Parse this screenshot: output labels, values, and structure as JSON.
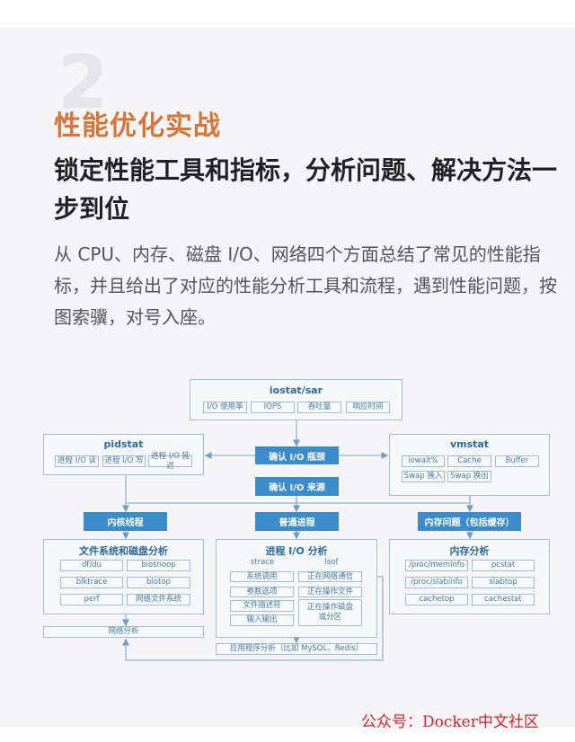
{
  "section_number": "2",
  "heading": "性能优化实战",
  "subtitle": "锁定性能工具和指标，分析问题、解决方法一步到位",
  "description": "从 CPU、内存、磁盘 I/O、网络四个方面总结了常见的性能指标，并且给出了对应的性能分析工具和流程，遇到性能问题，按图索骥，对号入座。",
  "diagram": {
    "iostat": {
      "title": "iostat/sar",
      "items": [
        "I/O 使用率",
        "IOPS",
        "吞吐量",
        "响应时间"
      ]
    },
    "pidstat": {
      "title": "pidstat",
      "items": [
        "进程 I/O 读",
        "进程 I/O 写",
        "进程 I/O 延迟"
      ]
    },
    "vmstat": {
      "title": "vmstat",
      "items": [
        "iowait%",
        "Cache",
        "Buffer",
        "Swap 换入",
        "Swap 换出"
      ]
    },
    "confirm_bottleneck": "确认 I/O 瓶颈",
    "confirm_source": "确认 I/O 来源",
    "kernel_thread": "内核线程",
    "normal_process": "普通进程",
    "memory_issue": "内存问题（包括缓存）",
    "fs_disk": {
      "title": "文件系统和磁盘分析",
      "items": [
        "df/du",
        "biosnoop",
        "blktrace",
        "biotop",
        "perf",
        "网络文件系统"
      ]
    },
    "network_analysis": "网络分析",
    "process_io": {
      "title": "进程 I/O 分析",
      "strace_label": "strace",
      "lsof_label": "lsof",
      "strace_items": [
        "系统调用",
        "参数选项",
        "文件描述符",
        "输入输出"
      ],
      "lsof_items": [
        "正在网络通信",
        "正在操作文件",
        "正在操作磁盘\n或分区"
      ]
    },
    "app_analysis": "应用程序分析（比如 MySQL、Redis）",
    "memory_analysis": {
      "title": "内存分析",
      "items": [
        "/proc/meminfo",
        "pcstat",
        "/proc/slabinfo",
        "slabtop",
        "cachetop",
        "cachestat"
      ]
    }
  },
  "watermark": "公众号：Docker中文社区",
  "colors": {
    "accent": "#d6763a",
    "diagram_fill": "#3b8ccb",
    "diagram_text": "#2f6b9a",
    "watermark": "#d8232a"
  }
}
